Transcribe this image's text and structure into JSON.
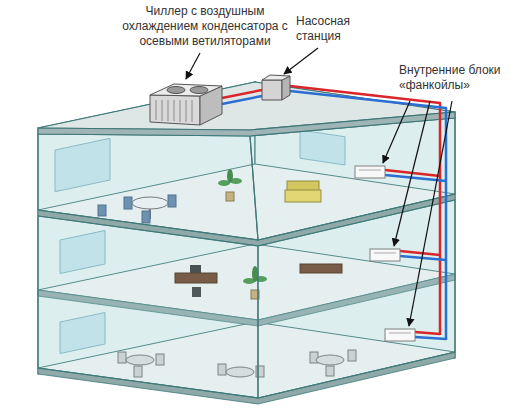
{
  "diagram": {
    "labels": [
      "Чиллер с воздушным охлаждением конденсатора с осевыми ветиляторами",
      "Насосная станция",
      "Внутренние блоки «фанкойлы»"
    ]
  }
}
